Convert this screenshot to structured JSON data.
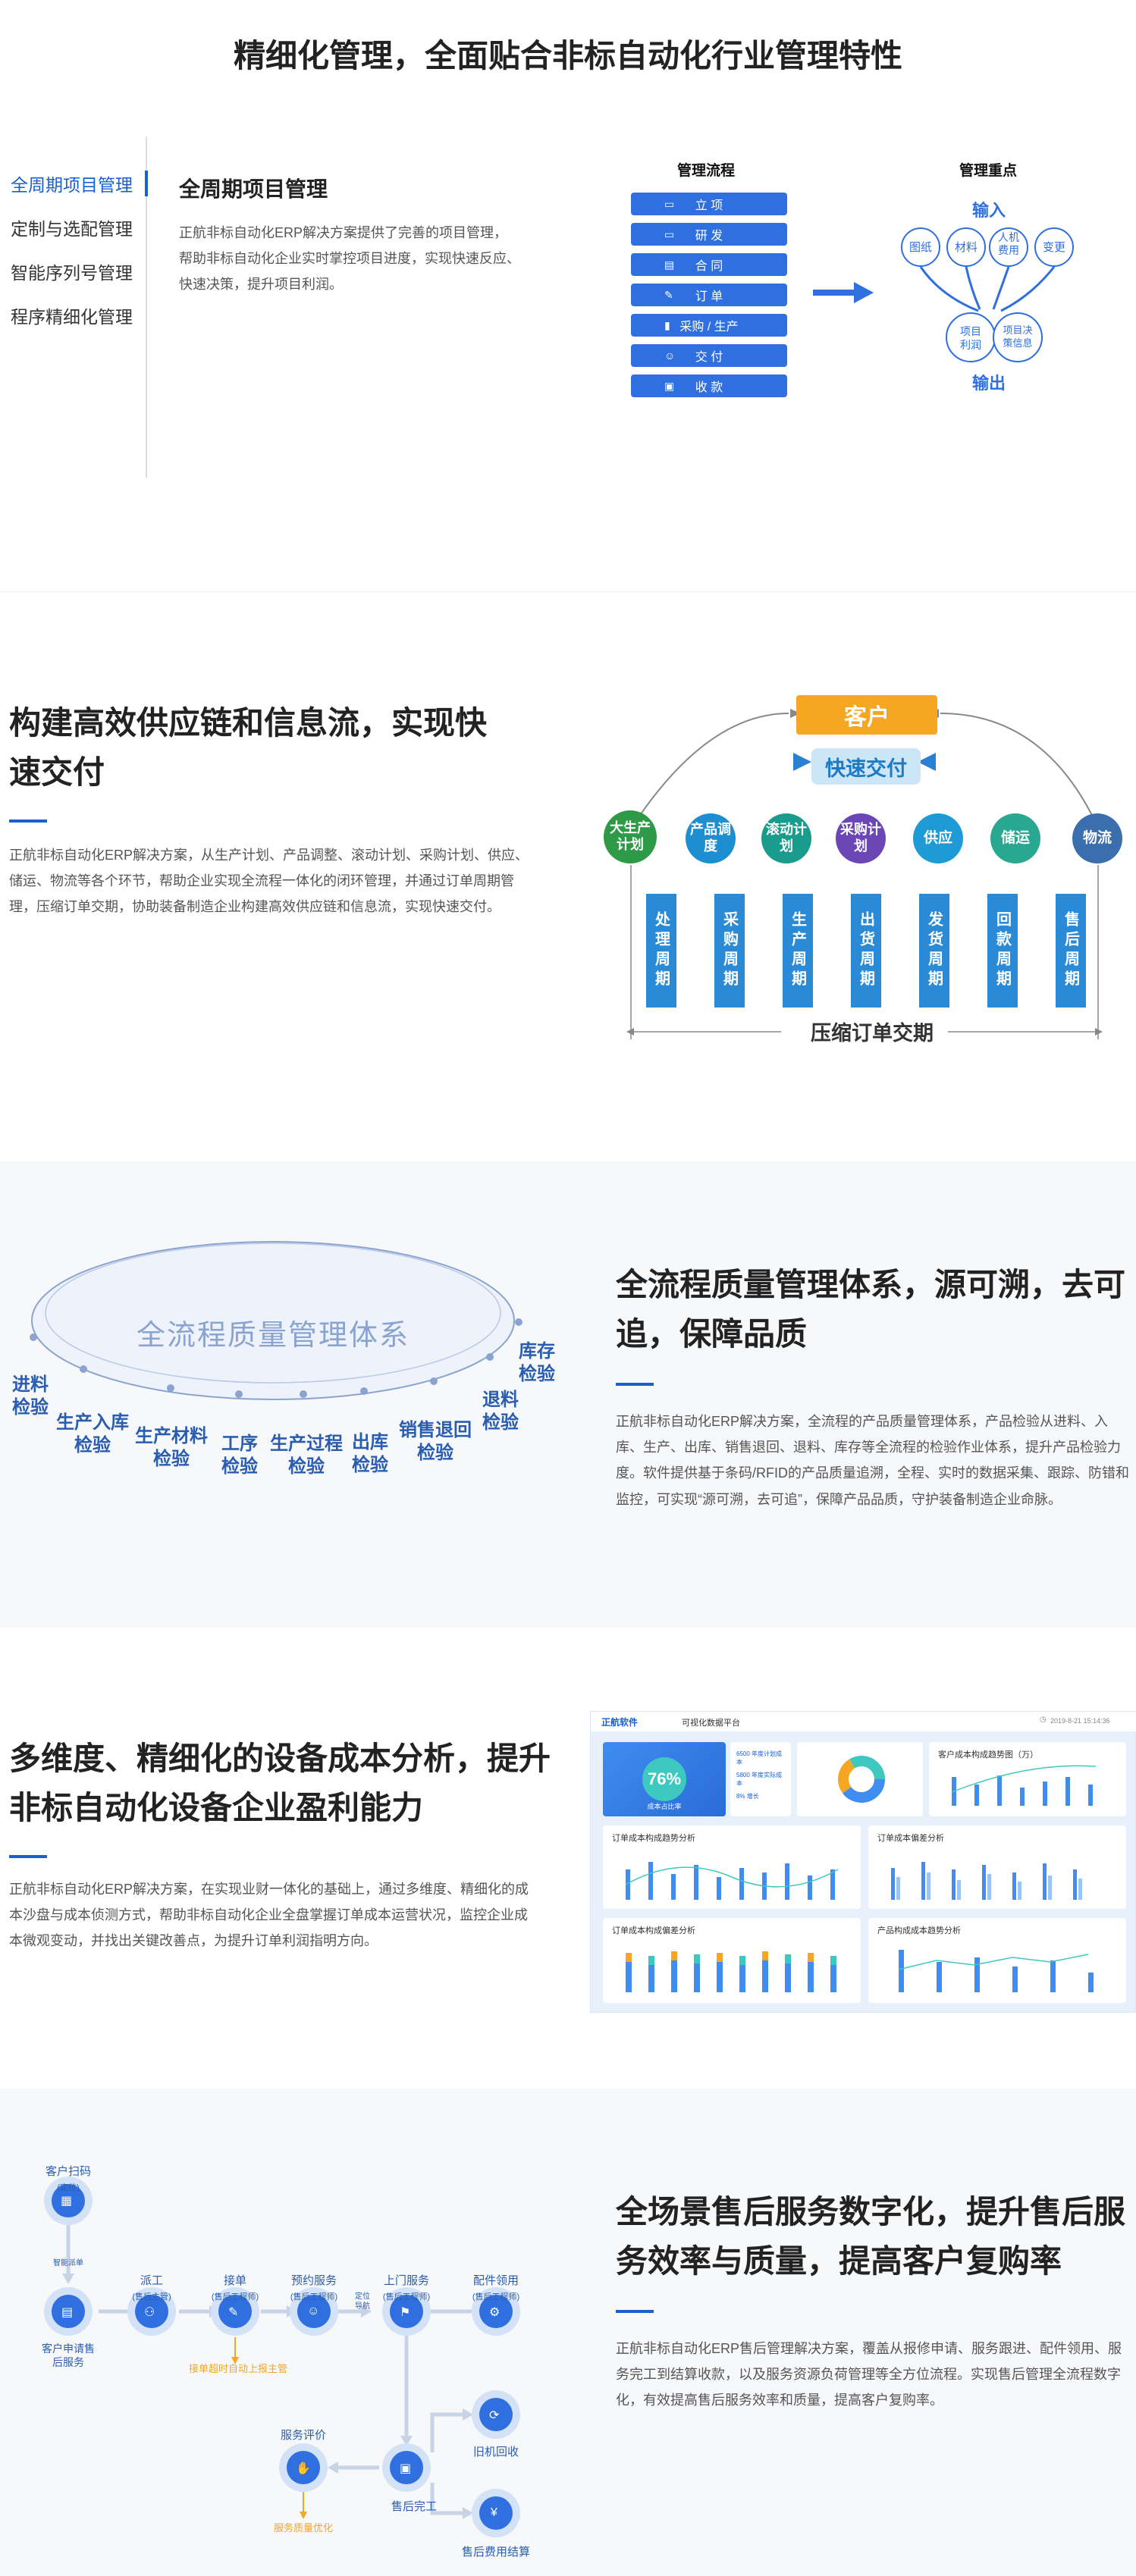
{
  "s1": {
    "title": "精细化管理，全面贴合非标自动化行业管理特性",
    "tabs": [
      {
        "label": "全周期项目管理"
      },
      {
        "label": "定制与选配管理"
      },
      {
        "label": "智能序列号管理"
      },
      {
        "label": "程序精细化管理"
      }
    ],
    "content_title": "全周期项目管理",
    "content_text": "正航非标自动化ERP解决方案提供了完善的项目管理，帮助非标自动化企业实时掌控项目进度，实现快速反应、快速决策，提升项目利润。",
    "flow_title": "管理流程",
    "focus_title": "管理重点",
    "flow_steps": [
      {
        "label": "立 项",
        "icon": "clipboard-icon"
      },
      {
        "label": "研 发",
        "icon": "monitor-icon"
      },
      {
        "label": "合 同",
        "icon": "document-icon"
      },
      {
        "label": "订 单",
        "icon": "edit-icon"
      },
      {
        "label": "采购 / 生产",
        "icon": "chart-bar-icon"
      },
      {
        "label": "交 付",
        "icon": "smile-icon"
      },
      {
        "label": "收 款",
        "icon": "wallet-icon"
      }
    ],
    "input_label": "输入",
    "output_label": "输出",
    "inputs": [
      "图纸",
      "材料",
      "人机费用",
      "变更"
    ],
    "outputs": [
      "项目利润",
      "项目决策信息"
    ]
  },
  "s2": {
    "title": "构建高效供应链和信息流，实现快速交付",
    "text": "正航非标自动化ERP解决方案，从生产计划、产品调整、滚动计划、采购计划、供应、储运、物流等各个环节，帮助企业实现全流程一体化的闭环管理，并通过订单周期管理，压缩订单交期，协助装备制造企业构建高效供应链和信息流，实现快速交付。",
    "customer": "客户",
    "fast_delivery": "快速交付",
    "nodes": [
      {
        "label": "大生产计划",
        "color": "#2e9a48"
      },
      {
        "label": "产品调度",
        "color": "#1d8ed0"
      },
      {
        "label": "滚动计划",
        "color": "#1a9c8c"
      },
      {
        "label": "采购计划",
        "color": "#6b46b5"
      },
      {
        "label": "供应",
        "color": "#1e9bd6"
      },
      {
        "label": "储运",
        "color": "#28a890"
      },
      {
        "label": "物流",
        "color": "#3b6eac"
      }
    ],
    "cycles": [
      "处理周期",
      "采购周期",
      "生产周期",
      "出货周期",
      "发货周期",
      "回款周期",
      "售后周期"
    ],
    "compress": "压缩订单交期"
  },
  "s3": {
    "title": "全流程质量管理体系，源可溯，去可追，保障品质",
    "text": "正航非标自动化ERP解决方案，全流程的产品质量管理体系，产品检验从进料、入库、生产、出库、销售退回、退料、库存等全流程的检验作业体系，提升产品检验力度。软件提供基于条码/RFID的产品质量追溯，全程、实时的数据采集、跟踪、防错和监控，可实现“源可溯，去可追”，保障产品品质，守护装备制造企业命脉。",
    "ellipse_label": "全流程质量管理体系",
    "checks": [
      "进料检验",
      "生产入库检验",
      "生产材料检验",
      "工序检验",
      "生产过程检验",
      "出库检验",
      "销售退回检验",
      "退料检验",
      "库存检验"
    ]
  },
  "s4": {
    "title": "多维度、精细化的设备成本分析，提升非标自动化设备企业盈利能力",
    "text": "正航非标自动化ERP解决方案，在实现业财一体化的基础上，通过多维度、精细化的成本沙盘与成本侦测方式，帮助非标自动化企业全盘掌握订单成本运营状况，监控企业成本微观变动，并找出关键改善点，为提升订单利润指明方向。",
    "dash": {
      "brand": "正航软件",
      "platform": "可视化数据平台",
      "datetime": "2019-8-21 15:14:36",
      "percent": "76%",
      "percent_label": "成本占比率",
      "stats": [
        "6500 年度计划成本",
        "5800 年度实际成本",
        "8% 增长"
      ],
      "panel_titles": [
        "客户成本构成趋势图（万）",
        "订单成本构成趋势分析",
        "订单成本偏差分析",
        "订单成本构成偏差分析",
        "产品构成成本趋势分析"
      ]
    }
  },
  "s5": {
    "title": "全场景售后服务数字化，提升售后服务效率与质量，提高客户复购率",
    "text": "正航非标自动化ERP售后管理解决方案，覆盖从报修申请、服务跟进、配件领用、服务完工到结算收款，以及服务资源负荷管理等全方位流程。实现售后管理全流程数字化，有效提高售后服务效率和质量，提高客户复购率。",
    "steps": {
      "scan": "客户扫码",
      "scan_sub": "(定位)",
      "smart_dispatch": "智能派单",
      "apply": "客户申请售后服务",
      "dispatch": "派工",
      "dispatch_sub": "(售后主管)",
      "accept": "接单",
      "accept_sub": "(售后工程师)",
      "book": "预约服务",
      "book_sub": "(售后工程师)",
      "visit": "上门服务",
      "visit_sub": "(售后工程师)",
      "parts": "配件领用",
      "parts_sub": "(售后工程师)",
      "locate": "定位导航",
      "timeout": "接单超时自动上报主管",
      "evaluate": "服务评价",
      "complete": "售后完工",
      "recycle": "旧机回收",
      "settle": "售后费用结算",
      "optimize": "服务质量优化"
    }
  }
}
